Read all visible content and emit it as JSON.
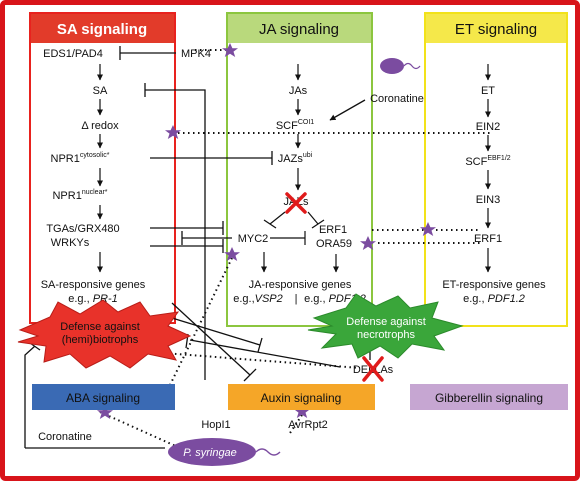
{
  "colors": {
    "frame": "#d8141a",
    "sa": "#e8221e",
    "ja": "#8cc63f",
    "et": "#f2e21a",
    "sa_fill": "#d92a20",
    "sa_title_bg": "#e23b2a",
    "ja_title_bg": "#b9d97c",
    "et_title_bg": "#f5e84a",
    "purple": "#7b4ca0",
    "aba": "#3a6ab4",
    "auxin": "#f5a628",
    "gib": "#c6a6d2",
    "defense_sa": "#e8322a",
    "defense_ne": "#3aa63a"
  },
  "sa": {
    "title": "SA signaling",
    "eds1": "EDS1/PAD4",
    "sa": "SA",
    "redox": "Δ redox",
    "npr1c": "NPR1",
    "npr1c_sup": "cytosolic*",
    "npr1n": "NPR1",
    "npr1n_sup": "nuclear*",
    "tgas": "TGAs/GRX480",
    "wrkys": "WRKYs",
    "genes": "SA-responsive genes",
    "eg": "e.g., ",
    "eg_gene": "PR-1"
  },
  "ja": {
    "title": "JA signaling",
    "jas": "JAs",
    "scf": "SCF",
    "scf_sup": "COI1",
    "jazs": "JAZs",
    "jazs_sup": "ubi",
    "jazs2": "JAZs",
    "myc2": "MYC2",
    "erf1": "ERF1",
    "ora59": "ORA59",
    "genes": "JA-responsive genes",
    "eg1": "e.g.,",
    "eg1_gene": "VSP2",
    "sep": "|",
    "eg2": "e.g., ",
    "eg2_gene": "PDF1.2"
  },
  "et": {
    "title": "ET signaling",
    "et": "ET",
    "ein2": "EIN2",
    "scf": "SCF",
    "scf_sup": "EBF1/2",
    "ein3": "EIN3",
    "erf1": "ERF1",
    "genes": "ET-responsive genes",
    "eg": "e.g., ",
    "eg_gene": "PDF1.2"
  },
  "mpk4": "MPK4",
  "coronatine_top": "Coronatine",
  "defense_sa": [
    "Defense against",
    "(hemi)biotrophs"
  ],
  "defense_necro": [
    "Defense against",
    "necrotrophs"
  ],
  "dellas": "DELLAs",
  "aba": "ABA signaling",
  "auxin": "Auxin signaling",
  "gibberellin": "Gibberellin signaling",
  "hopi1": "HopI1",
  "coronatine_bottom": "Coronatine",
  "avrrpt2": "AvrRpt2",
  "psyringae": "P. syringae"
}
